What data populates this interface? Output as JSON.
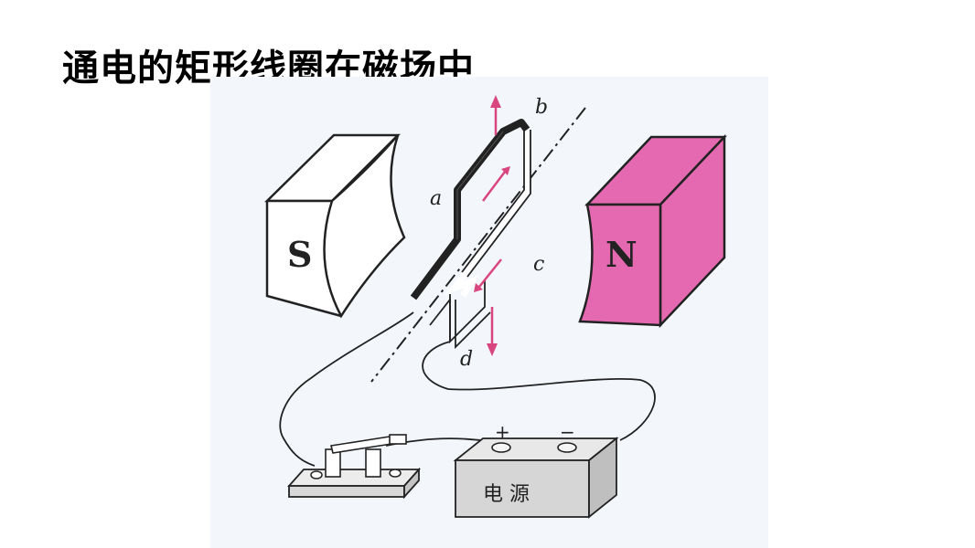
{
  "title": "通电的矩形线圈在磁场中",
  "magnets": {
    "south": {
      "label": "S",
      "color": "#ffffff"
    },
    "north": {
      "label": "N",
      "color": "#e569b0"
    }
  },
  "coil": {
    "corner_labels": [
      "a",
      "b",
      "c",
      "d"
    ],
    "current_arrow_color": "#d9467f",
    "conductor_color": "#222222"
  },
  "power_supply": {
    "label": "电 源",
    "positive": "+",
    "negative": "−",
    "color": "#d6d6d6"
  },
  "switch": {
    "color": "#d8d8d8"
  }
}
